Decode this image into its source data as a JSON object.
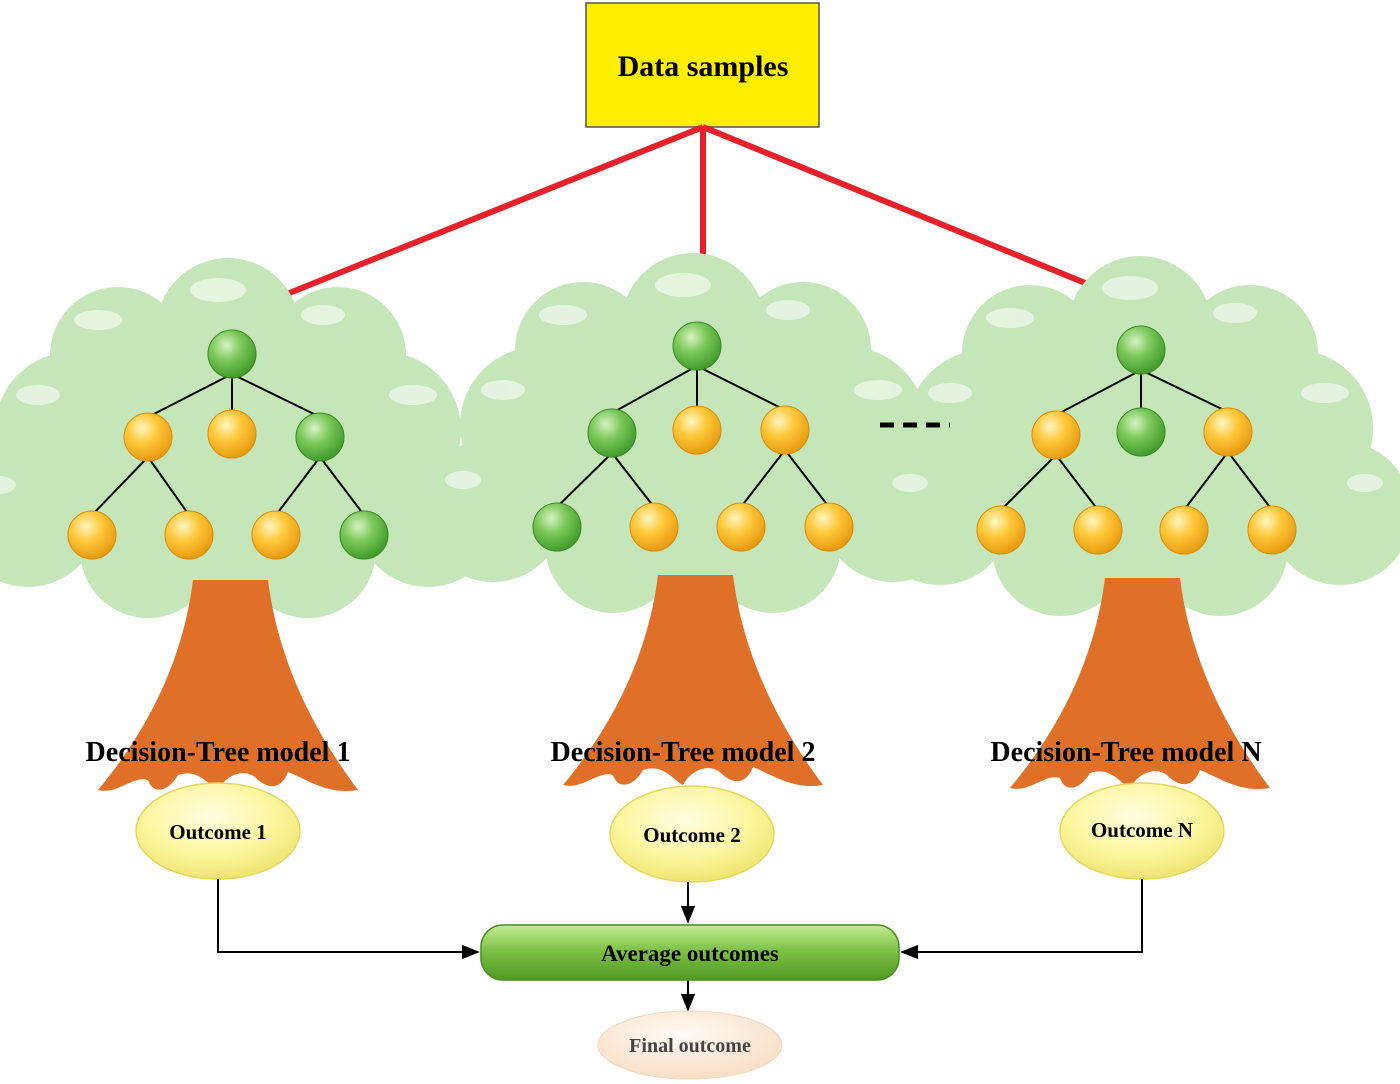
{
  "source": {
    "label": "Data samples",
    "fill": "#ffee00"
  },
  "trees": [
    {
      "label": "Decision-Tree model 1",
      "outcome": "Outcome 1",
      "root": "green",
      "level1": [
        "orange",
        "orange",
        "green"
      ],
      "level2": [
        "orange",
        "orange",
        "orange",
        "green"
      ]
    },
    {
      "label": "Decision-Tree model 2",
      "outcome": "Outcome 2",
      "root": "green",
      "level1": [
        "green",
        "orange",
        "orange"
      ],
      "level2": [
        "green",
        "orange",
        "orange",
        "orange"
      ]
    },
    {
      "label": "Decision-Tree model N",
      "outcome": "Outcome N",
      "root": "green",
      "level1": [
        "orange",
        "green",
        "orange"
      ],
      "level2": [
        "orange",
        "orange",
        "orange",
        "orange"
      ]
    }
  ],
  "aggregator": {
    "label": "Average outcomes"
  },
  "final": {
    "label": "Final outcome"
  },
  "colors": {
    "arrow": "#e8202a",
    "foliage": "#c5e6b8",
    "trunk": "#e07028",
    "node_green": "#5cb83a",
    "node_orange": "#f7b12a",
    "outcome_fill": "#fbf59a",
    "aggregator_fill": "#77bb41",
    "final_fill": "#fbe7d3"
  }
}
